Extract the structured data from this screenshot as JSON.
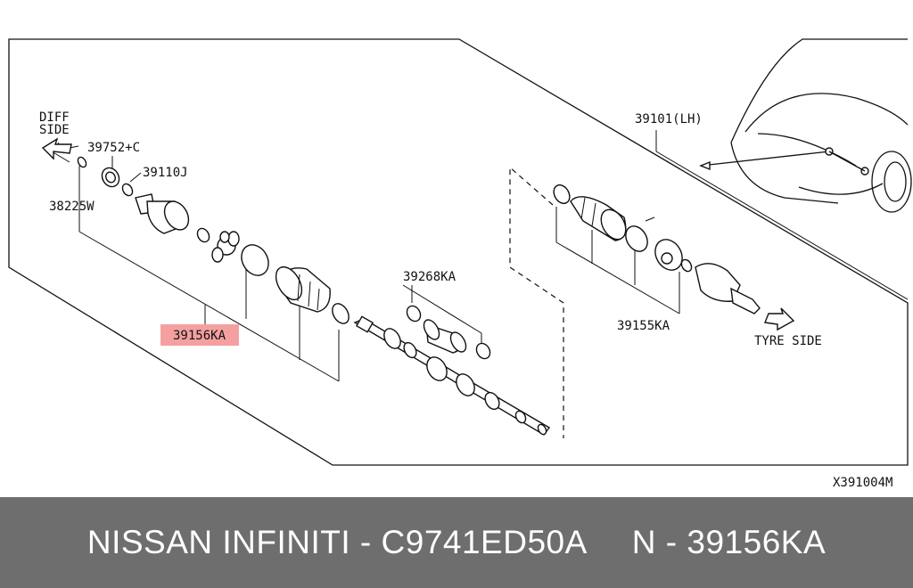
{
  "direction_labels": {
    "diff_side": [
      "DIFF",
      "SIDE"
    ],
    "tyre_side": "TYRE SIDE"
  },
  "part_labels": {
    "p39752c": "39752+C",
    "p39110j": "39110J",
    "p38225w": "38225W",
    "p39156ka": "39156KA",
    "p39268ka": "39268KA",
    "p39101lh": "39101(LH)",
    "p39155ka": "39155KA"
  },
  "diagram_code": "X391004M",
  "highlight_color": "#f4a0a0",
  "footer": {
    "left": "NISSAN  INFINITI - C9741ED50A",
    "right": "N - 39156KA"
  }
}
